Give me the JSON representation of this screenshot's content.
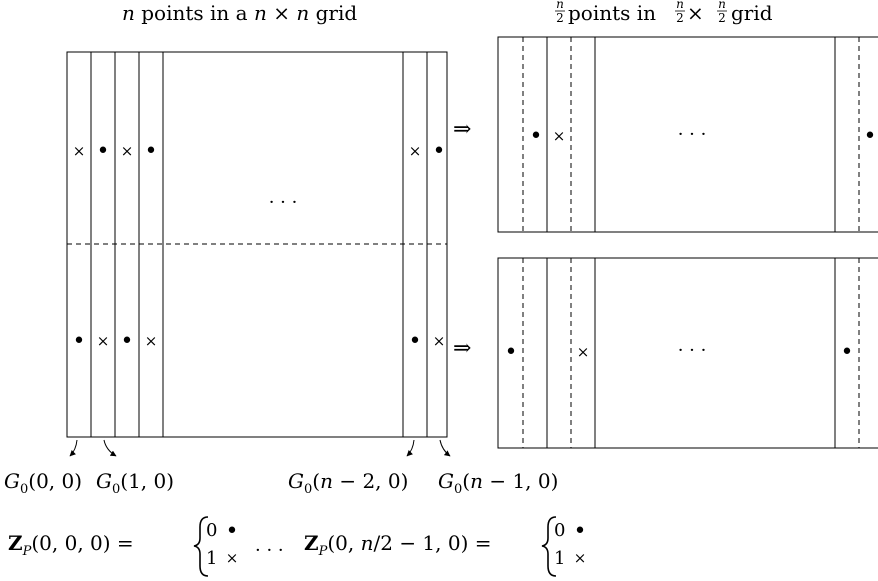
{
  "titles": {
    "left": {
      "n": "n",
      "text1": " points in a ",
      "n2": "n",
      "times": " × ",
      "n3": "n",
      "text2": " grid"
    },
    "right": {
      "num": "n",
      "den": "2",
      "text1": " points in ",
      "num2": "n",
      "den2": "2",
      "times": " × ",
      "num3": "n",
      "den3": "2",
      "text2": " grid"
    }
  },
  "symbols": {
    "dot": "•",
    "cross": "×",
    "ellipsis": "· · ·",
    "arrow": "⇒"
  },
  "left_grid": {
    "top_row_left": [
      "cross",
      "dot",
      "cross",
      "dot"
    ],
    "top_row_right": [
      "cross",
      "dot"
    ],
    "bottom_row_left": [
      "dot",
      "cross",
      "dot",
      "cross"
    ],
    "bottom_row_right": [
      "dot",
      "cross"
    ]
  },
  "right_top_grid": {
    "marks": [
      "dot",
      "cross",
      "dot"
    ]
  },
  "right_bottom_grid": {
    "marks": [
      "dot",
      "cross",
      "dot"
    ]
  },
  "group_labels": [
    {
      "G": "G",
      "sub": "0",
      "args": "(0, 0)"
    },
    {
      "G": "G",
      "sub": "0",
      "args": "(1, 0)"
    },
    {
      "G": "G",
      "sub": "0",
      "args_pre": "(",
      "n": "n",
      "args_post": " − 2, 0)"
    },
    {
      "G": "G",
      "sub": "0",
      "args_pre": "(",
      "n": "n",
      "args_post": " − 1, 0)"
    }
  ],
  "formulas": [
    {
      "Z": "Z",
      "sub": "P",
      "args": "(0, 0, 0) =",
      "case0": "0",
      "case1": "1"
    },
    {
      "Z": "Z",
      "sub": "P",
      "args_pre": "(0, ",
      "n": "n",
      "args_post": "/2 − 1, 0) =",
      "case0": "0",
      "case1": "1"
    }
  ]
}
